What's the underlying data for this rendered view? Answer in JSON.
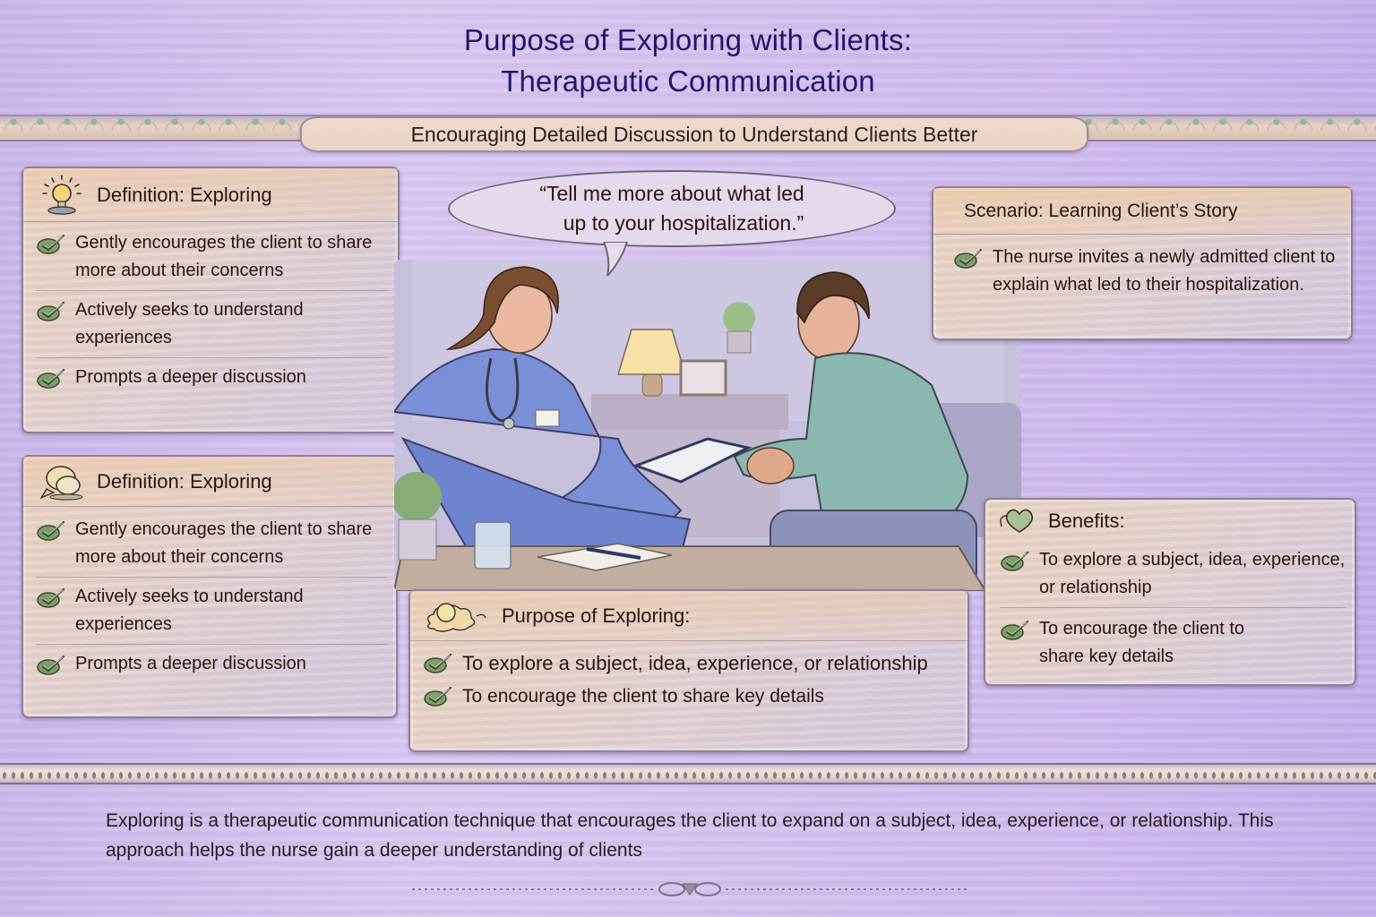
{
  "header": {
    "title_line1": "Purpose of Exploring with Clients:",
    "title_line2": "Therapeutic Communication",
    "subtitle": "Encouraging Detailed Discussion to Understand Clients Better"
  },
  "colors": {
    "title": "#24136e",
    "background": "#d2c0ee",
    "card": "#e4d0c8",
    "check": "#7a9a66"
  },
  "speech_bubble": {
    "line1": "“Tell me more about what led",
    "line2": "up to your hospitalization.”"
  },
  "cards": {
    "definition_top": {
      "icon": "lightbulb-icon",
      "title": "Definition: Exploring",
      "items": [
        "Gently encourages the client to share more about their concerns",
        "Actively seeks to understand experiences",
        "Prompts a deeper discussion"
      ]
    },
    "definition_bottom": {
      "icon": "speech-bubbles-icon",
      "title": "Definition: Exploring",
      "items": [
        "Gently encourages the client to share more about their concerns",
        "Actively seeks to understand experiences",
        "Prompts a deeper discussion"
      ]
    },
    "scenario": {
      "title": "Scenario: Learning Client’s Story",
      "items": [
        "The nurse invites a newly admitted client to explain what led to their hospitalization."
      ]
    },
    "benefits": {
      "icon": "heart-icon",
      "title": "Benefits:",
      "items": [
        "To explore a subject, idea, experience, or relationship",
        "To encourage the client to share key details"
      ]
    },
    "purpose": {
      "icon": "thought-cloud-icon",
      "title": "Purpose of Exploring:",
      "items": [
        "To explore a subject, idea, experience, or relationship",
        "To encourage the client to share key details"
      ]
    }
  },
  "illustration": {
    "description": "Nurse in blue scrubs with stethoscope and clipboard talking with a male client in a green t-shirt; lamp, plant, glass of water and notepad on table"
  },
  "footer": {
    "text": "Exploring is a therapeutic communication technique that encourages the client to expand on a subject, idea, experience, or relationship. This approach helps the nurse gain a deeper understanding of clients"
  }
}
